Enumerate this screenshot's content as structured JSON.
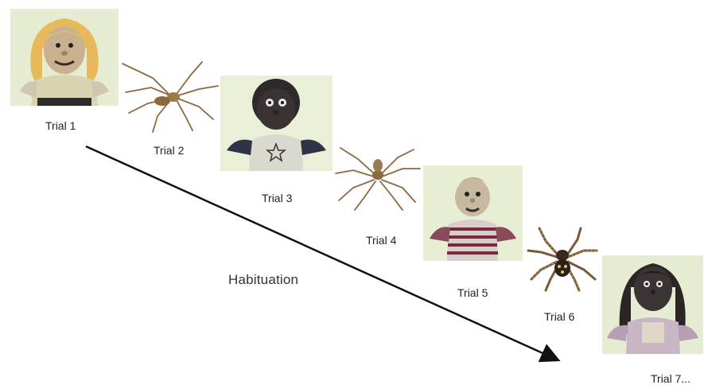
{
  "figure": {
    "trials": [
      {
        "label": "Trial 1",
        "stimulus": "puppet",
        "puppet": "blonde-girl-puppet"
      },
      {
        "label": "Trial 2",
        "stimulus": "spider",
        "spider": "long-leg-spider"
      },
      {
        "label": "Trial 3",
        "stimulus": "puppet",
        "puppet": "dark-haired-boy-puppet"
      },
      {
        "label": "Trial 4",
        "stimulus": "spider",
        "spider": "long-leg-spider"
      },
      {
        "label": "Trial 5",
        "stimulus": "puppet",
        "puppet": "striped-shirt-puppet"
      },
      {
        "label": "Trial 6",
        "stimulus": "spider",
        "spider": "spotted-spider"
      },
      {
        "label": "Trial 7...",
        "stimulus": "puppet",
        "puppet": "dark-haired-girl-puppet"
      }
    ],
    "arrow_label": "Habituation",
    "colors": {
      "photo_background": "#e9efd6",
      "spider_body": "#8a6a3c",
      "spotted_spider_body": "#3a2a1c",
      "arrow": "#111111"
    }
  }
}
